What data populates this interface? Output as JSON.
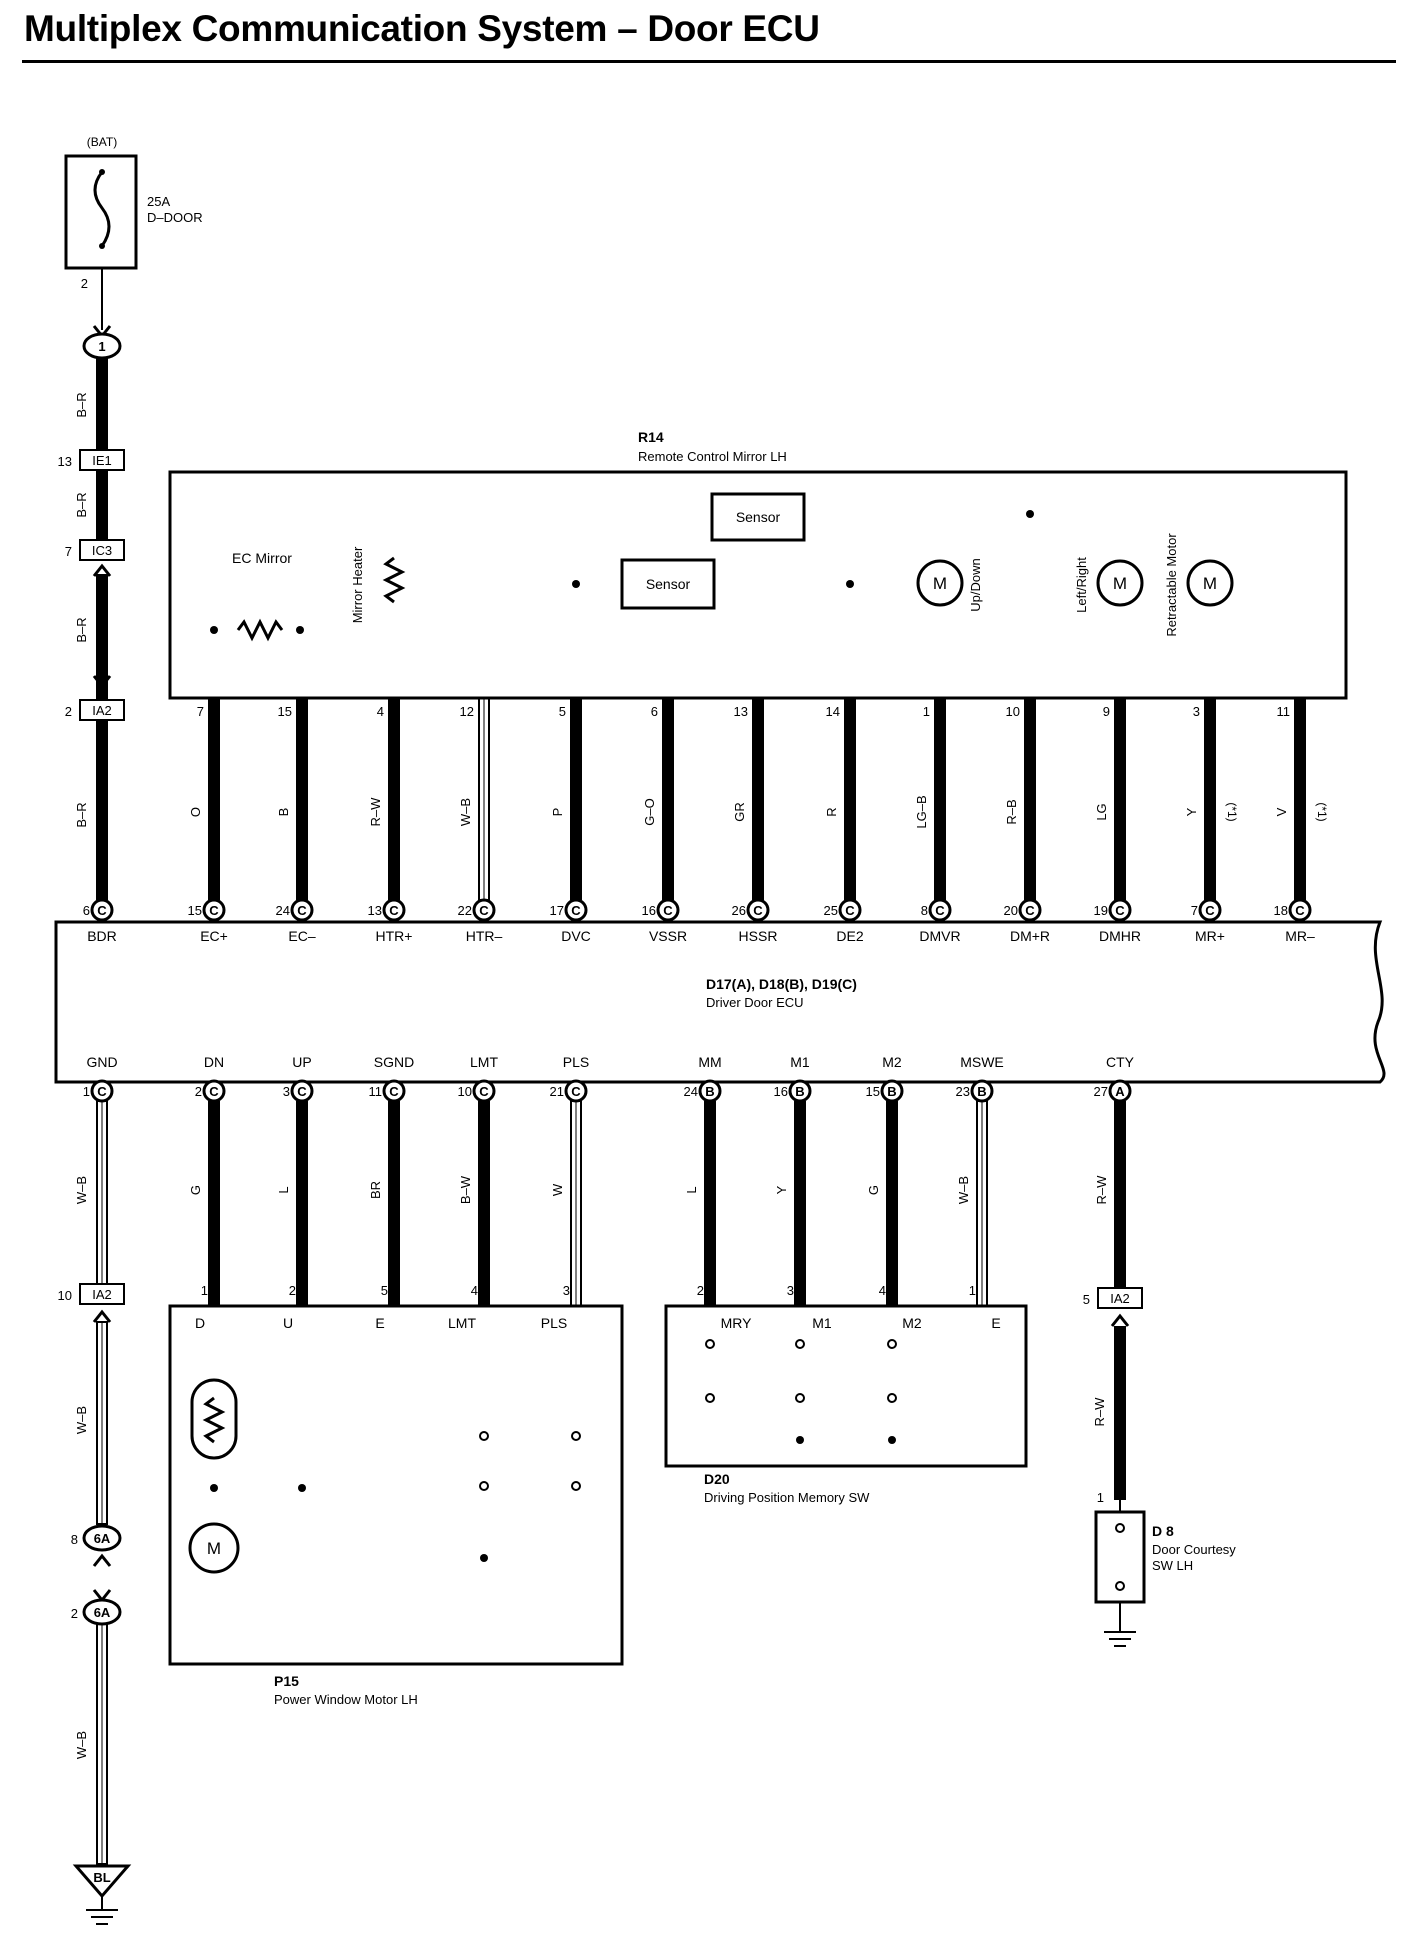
{
  "title": "Multiplex Communication System – Door ECU",
  "fuse": {
    "supply": "(BAT)",
    "rating": "25A",
    "name": "D–DOOR",
    "pin": "2"
  },
  "supply_chain": [
    {
      "kind": "circle",
      "id": "1",
      "pin": "",
      "wire": "B–R"
    },
    {
      "kind": "box",
      "id": "IE1",
      "pin": "13",
      "wire": "B–R"
    },
    {
      "kind": "box",
      "id": "IC3",
      "pin": "7",
      "wire": "B–R"
    },
    {
      "kind": "box",
      "id": "IA2",
      "pin": "2",
      "wire": "B–R"
    }
  ],
  "mirror": {
    "id": "R14",
    "name": "Remote Control Mirror LH",
    "ec_mirror": "EC Mirror",
    "heater": "Mirror Heater",
    "sensor": "Sensor",
    "motors": [
      "Up/Down",
      "Left/Right",
      "Retractable Motor"
    ],
    "motor_symbol": "M"
  },
  "ecu": {
    "id": "D17(A), D18(B), D19(C)",
    "name": "Driver Door ECU",
    "top_terminals": [
      {
        "term": "BDR",
        "conn": "C",
        "pin": "6"
      },
      {
        "term": "EC+",
        "conn": "C",
        "pin": "15",
        "mpin": "7",
        "wire": "O"
      },
      {
        "term": "EC–",
        "conn": "C",
        "pin": "24",
        "mpin": "15",
        "wire": "B"
      },
      {
        "term": "HTR+",
        "conn": "C",
        "pin": "13",
        "mpin": "4",
        "wire": "R–W"
      },
      {
        "term": "HTR–",
        "conn": "C",
        "pin": "22",
        "mpin": "12",
        "wire": "W–B"
      },
      {
        "term": "DVC",
        "conn": "C",
        "pin": "17",
        "mpin": "5",
        "wire": "P"
      },
      {
        "term": "VSSR",
        "conn": "C",
        "pin": "16",
        "mpin": "6",
        "wire": "G–O"
      },
      {
        "term": "HSSR",
        "conn": "C",
        "pin": "26",
        "mpin": "13",
        "wire": "GR"
      },
      {
        "term": "DE2",
        "conn": "C",
        "pin": "25",
        "mpin": "14",
        "wire": "R"
      },
      {
        "term": "DMVR",
        "conn": "C",
        "pin": "8",
        "mpin": "1",
        "wire": "LG–B"
      },
      {
        "term": "DM+R",
        "conn": "C",
        "pin": "20",
        "mpin": "10",
        "wire": "R–B"
      },
      {
        "term": "DMHR",
        "conn": "C",
        "pin": "19",
        "mpin": "9",
        "wire": "LG"
      },
      {
        "term": "MR+",
        "conn": "C",
        "pin": "7",
        "mpin": "3",
        "wire": "Y",
        "note": "(*1)"
      },
      {
        "term": "MR–",
        "conn": "C",
        "pin": "18",
        "mpin": "11",
        "wire": "V",
        "note": "(*1)"
      }
    ],
    "bottom_terminals": [
      {
        "term": "GND",
        "conn": "C",
        "pin": "1",
        "wire": "W–B"
      },
      {
        "term": "DN",
        "conn": "C",
        "pin": "2",
        "wire": "G",
        "dpin": "1"
      },
      {
        "term": "UP",
        "conn": "C",
        "pin": "3",
        "wire": "L",
        "dpin": "2"
      },
      {
        "term": "SGND",
        "conn": "C",
        "pin": "11",
        "wire": "BR",
        "dpin": "5"
      },
      {
        "term": "LMT",
        "conn": "C",
        "pin": "10",
        "wire": "B–W",
        "dpin": "4"
      },
      {
        "term": "PLS",
        "conn": "C",
        "pin": "21",
        "wire": "W",
        "dpin": "3"
      },
      {
        "term": "MM",
        "conn": "B",
        "pin": "24",
        "wire": "L",
        "dpin": "2"
      },
      {
        "term": "M1",
        "conn": "B",
        "pin": "16",
        "wire": "Y",
        "dpin": "3"
      },
      {
        "term": "M2",
        "conn": "B",
        "pin": "15",
        "wire": "G",
        "dpin": "4"
      },
      {
        "term": "MSWE",
        "conn": "B",
        "pin": "23",
        "wire": "W–B",
        "dpin": "1"
      },
      {
        "term": "CTY",
        "conn": "A",
        "pin": "27",
        "wire": "R–W",
        "dpin": "5"
      }
    ]
  },
  "window_motor": {
    "id": "P15",
    "name": "Power Window Motor LH",
    "terminals": [
      "D",
      "U",
      "E",
      "LMT",
      "PLS"
    ],
    "motor_symbol": "M"
  },
  "memory_sw": {
    "id": "D20",
    "name": "Driving Position Memory SW",
    "terminals": [
      "MRY",
      "M1",
      "M2",
      "E"
    ]
  },
  "courtesy_sw": {
    "id": "D 8",
    "name_line1": "Door Courtesy",
    "name_line2": "SW LH",
    "pin": "1",
    "conn_id": "IA2",
    "conn_pin": "5",
    "wire_upper": "R–W",
    "wire_lower": "R–W"
  },
  "ground_chain": [
    {
      "kind": "box",
      "id": "IA2",
      "pin": "10",
      "wire": "W–B"
    },
    {
      "kind": "oval",
      "id": "6A",
      "pin": "8",
      "wire": ""
    },
    {
      "kind": "oval",
      "id": "6A",
      "pin": "2",
      "wire": "W–B"
    }
  ],
  "ground_point": "BL"
}
